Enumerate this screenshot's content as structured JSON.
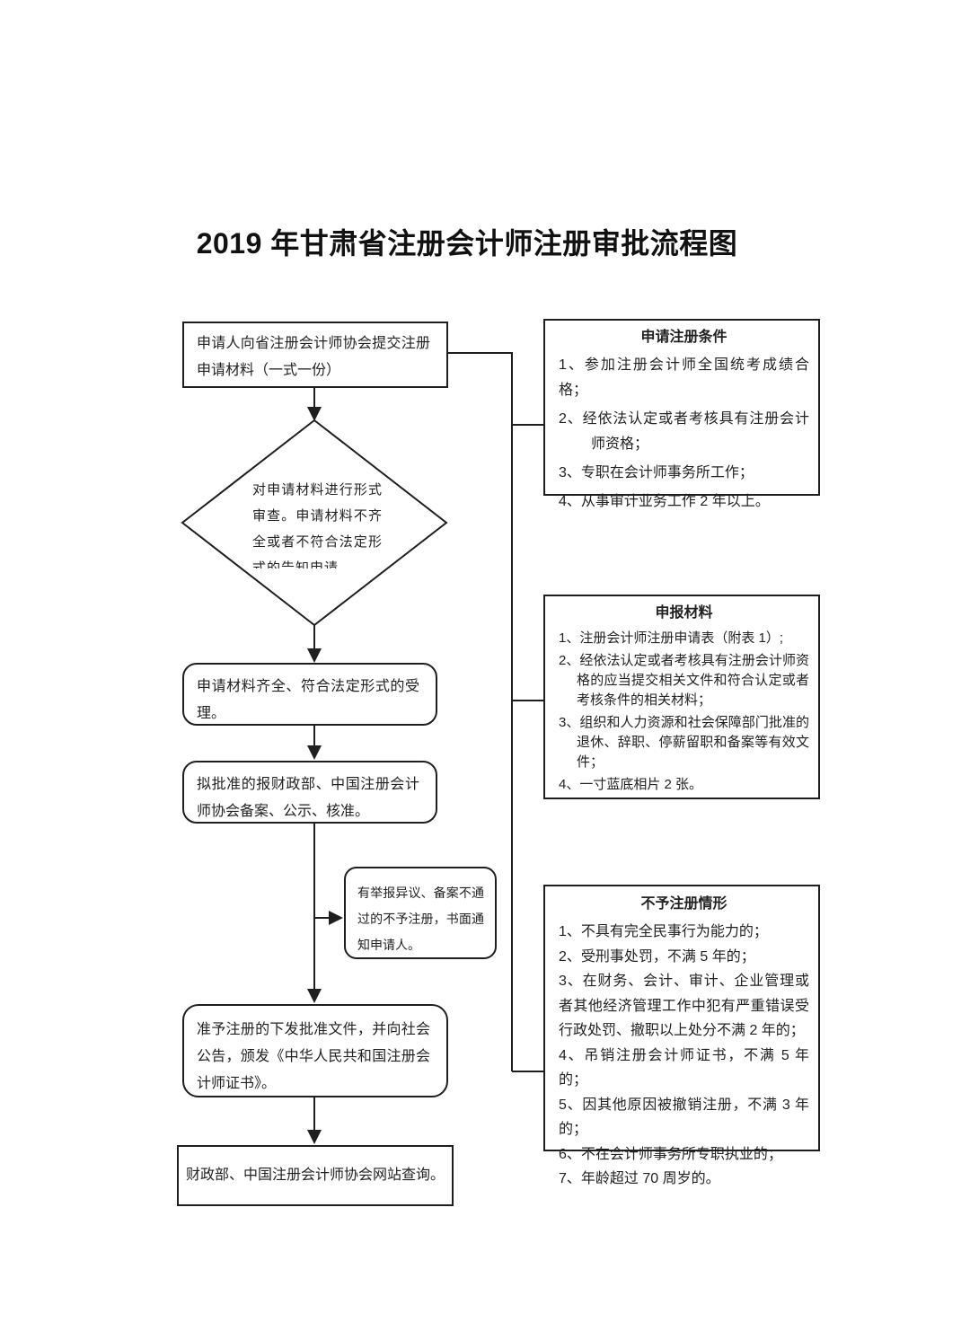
{
  "title": "2019 年甘肃省注册会计师注册审批流程图",
  "colors": {
    "line": "#1f1f1f",
    "text": "#222222",
    "background": "#ffffff"
  },
  "flow": {
    "submit": "申请人向省注册会计师协会提交注册申请材料（一式一份）",
    "review_decision": "对申请材料进行形式审查。申请材料不齐全或者不符合法定形式的告知申请",
    "accept": "申请材料齐全、符合法定形式的受理。",
    "report": "拟批准的报财政部、中国注册会计师协会备案、公示、核准。",
    "reject_note": "有举报异议、备案不通过的不予注册，书面通知申请人。",
    "approve": "准予注册的下发批准文件，并向社会公告，颁发《中华人民共和国注册会计师证书》。",
    "query": "财政部、中国注册会计师协会网站查询。"
  },
  "panels": [
    {
      "title": "申请注册条件",
      "items": [
        "1、参加注册会计师全国统考成绩合格；",
        "2、经依法认定或者考核具有注册会计师资格；",
        "3、专职在会计师事务所工作；",
        "4、从事审计业务工作 2 年以上。"
      ]
    },
    {
      "title": "申报材料",
      "items": [
        "1、注册会计师注册申请表（附表 1）;",
        "2、经依法认定或者考核具有注册会计师资格的应当提交相关文件和符合认定或者考核条件的相关材料；",
        "3、组织和人力资源和社会保障部门批准的退休、辞职、停薪留职和备案等有效文件；",
        "4、一寸蓝底相片 2 张。"
      ]
    },
    {
      "title": "不予注册情形",
      "items": [
        "1、不具有完全民事行为能力的；",
        "2、受刑事处罚，不满 5 年的；",
        "3、在财务、会计、审计、企业管理或者其他经济管理工作中犯有严重错误受行政处罚、撤职以上处分不满 2 年的；",
        "4、吊销注册会计师证书，不满 5 年的；",
        "5、因其他原因被撤销注册，不满 3 年的；",
        "6、不在会计师事务所专职执业的；",
        "7、年龄超过 70 周岁的。"
      ]
    }
  ]
}
